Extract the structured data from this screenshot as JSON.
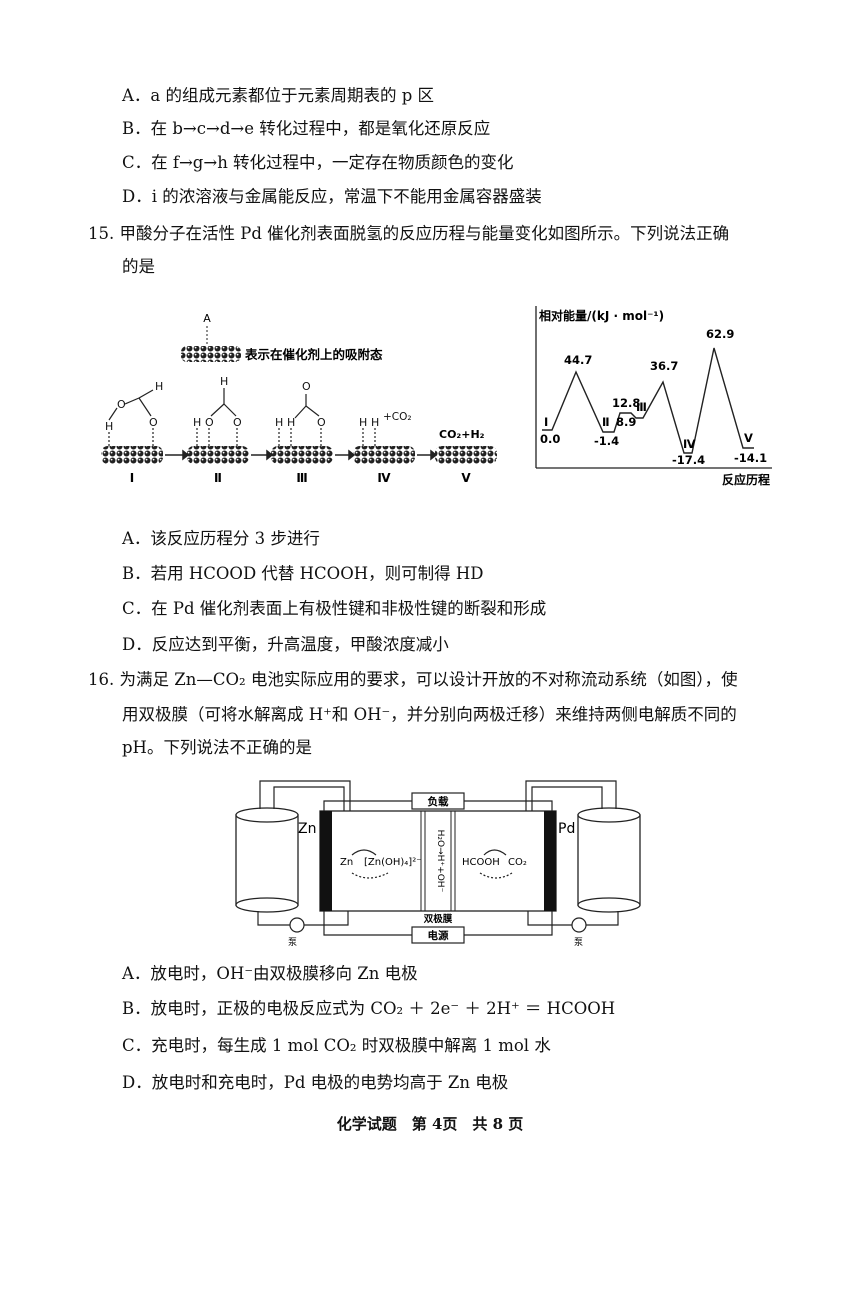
{
  "q14": {
    "optA": "A．a 的组成元素都位于元素周期表的 p 区",
    "optB": "B．在 b→c→d→e 转化过程中，都是氧化还原反应",
    "optC": "C．在 f→g→h 转化过程中，一定存在物质颜色的变化",
    "optD": "D．i 的浓溶液与金属能反应，常温下不能用金属容器盛装"
  },
  "q15": {
    "stem_line1": "15.  甲酸分子在活性 Pd 催化剂表面脱氢的反应历程与能量变化如图所示。下列说法正确",
    "stem_line2": "的是",
    "legend": "表示在催化剂上的吸附态",
    "legend_marker": "A",
    "stages": [
      "I",
      "Ⅱ",
      "Ⅲ",
      "Ⅳ",
      "V"
    ],
    "stage_labels": {
      "s3_extra": "+CO₂",
      "s5": "CO₂+H₂"
    },
    "atoms": {
      "H": "H",
      "O": "O"
    },
    "energy_chart": {
      "ylabel": "相对能量/(kJ · mol⁻¹)",
      "xlabel": "反应历程",
      "states": [
        "I",
        "Ⅱ",
        "Ⅲ",
        "Ⅳ",
        "V"
      ],
      "state_values": [
        "0.0",
        "-1.4",
        "8.9",
        "-17.4",
        "-14.1"
      ],
      "ts_values": [
        "44.7",
        "12.8",
        "36.7",
        "62.9"
      ]
    },
    "optA": "A．该反应历程分 3 步进行",
    "optB": "B．若用 HCOOD 代替 HCOOH，则可制得 HD",
    "optC": "C．在 Pd 催化剂表面上有极性键和非极性键的断裂和形成",
    "optD": "D．反应达到平衡，升高温度，甲酸浓度减小"
  },
  "q16": {
    "stem_line1": "16.  为满足 Zn—CO₂ 电池实际应用的要求，可以设计开放的不对称流动系统（如图），使",
    "stem_line2": "用双极膜（可将水解离成 H⁺和 OH⁻，并分别向两极迁移）来维持两侧电解质不同的",
    "stem_line3": "pH。下列说法不正确的是",
    "diagram": {
      "load": "负载",
      "power": "电源",
      "zn": "Zn",
      "pd": "Pd",
      "left_species1": "Zn",
      "left_species2": "[Zn(OH)₄]²⁻",
      "right_species1": "HCOOH",
      "right_species2": "CO₂",
      "membrane_text": "H₂O→H⁺+OH⁻",
      "membrane_label": "双极膜",
      "pump_left": "泵",
      "pump_right": "泵"
    },
    "optA": "A．放电时，OH⁻由双极膜移向 Zn 电极",
    "optB": "B．放电时，正极的电极反应式为 CO₂ ＋ 2e⁻ ＋ 2H⁺ ＝ HCOOH",
    "optC": "C．充电时，每生成 1 mol CO₂ 时双极膜中解离 1 mol 水",
    "optD": "D．放电时和充电时，Pd 电极的电势均高于 Zn 电极"
  },
  "footer": "化学试题　第 4页　共 8 页"
}
